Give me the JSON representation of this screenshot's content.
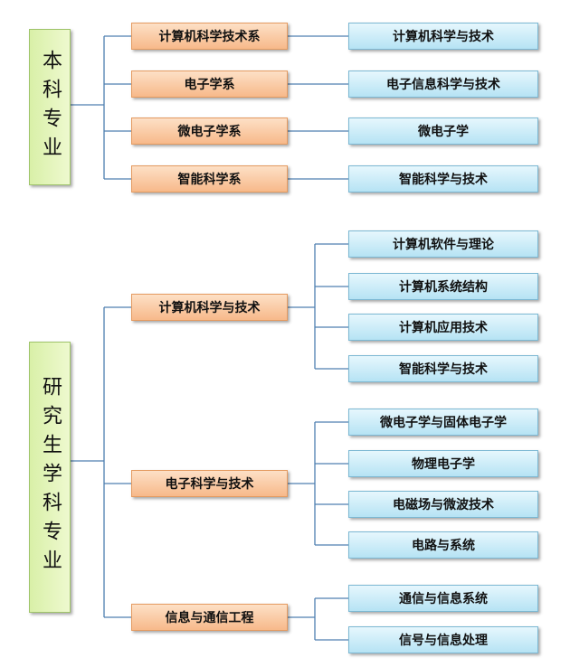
{
  "undergrad": {
    "title": "本科专业",
    "depts": [
      "计算机科学技术系",
      "电子学系",
      "微电子学系",
      "智能科学系"
    ],
    "majors": [
      "计算机科学与技术",
      "电子信息科学与技术",
      "微电子学",
      "智能科学与技术"
    ]
  },
  "graduate": {
    "title": "研究生学科专业",
    "disciplines": [
      "计算机科学与技术",
      "电子科学与技术",
      "信息与通信工程"
    ],
    "subs": [
      [
        "计算机软件与理论",
        "计算机系统结构",
        "计算机应用技术",
        "智能科学与技术"
      ],
      [
        "微电子学与固体电子学",
        "物理电子学",
        "电磁场与微波技术",
        "电路与系统"
      ],
      [
        "通信与信息系统",
        "信号与信息处理"
      ]
    ]
  },
  "colors": {
    "line": "#4f7fb0",
    "orange": "#f7b98a",
    "blue": "#b6e3f4",
    "green": "#d9f0a8"
  }
}
